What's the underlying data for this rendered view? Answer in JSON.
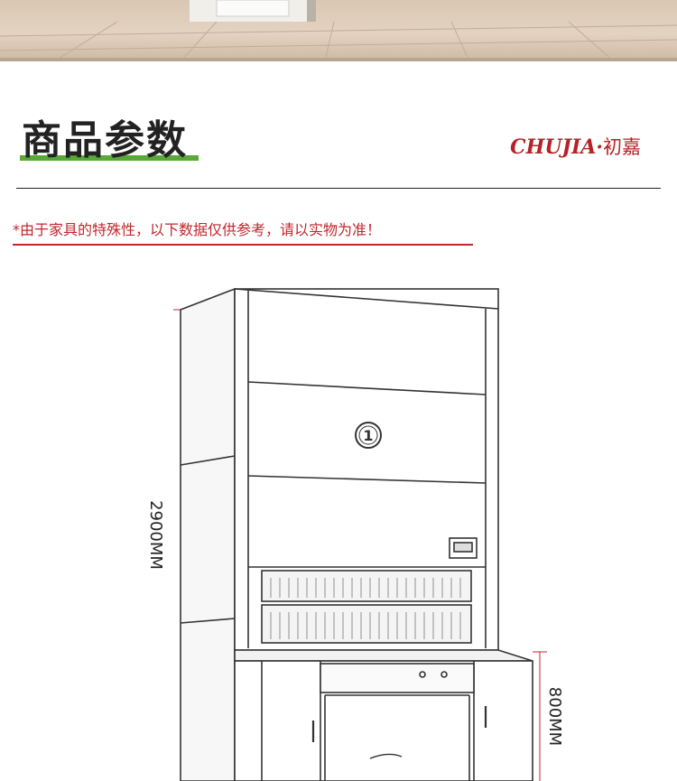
{
  "header": {
    "title": "商品参数",
    "brand_latin": "CHUJIA·",
    "brand_cn": "初嘉"
  },
  "notice": "*由于家具的特殊性，以下数据仅供参考，请以实物为准！",
  "diagram": {
    "height_label": "2900MM",
    "base_height_label": "800MM",
    "badge_text": "1"
  }
}
